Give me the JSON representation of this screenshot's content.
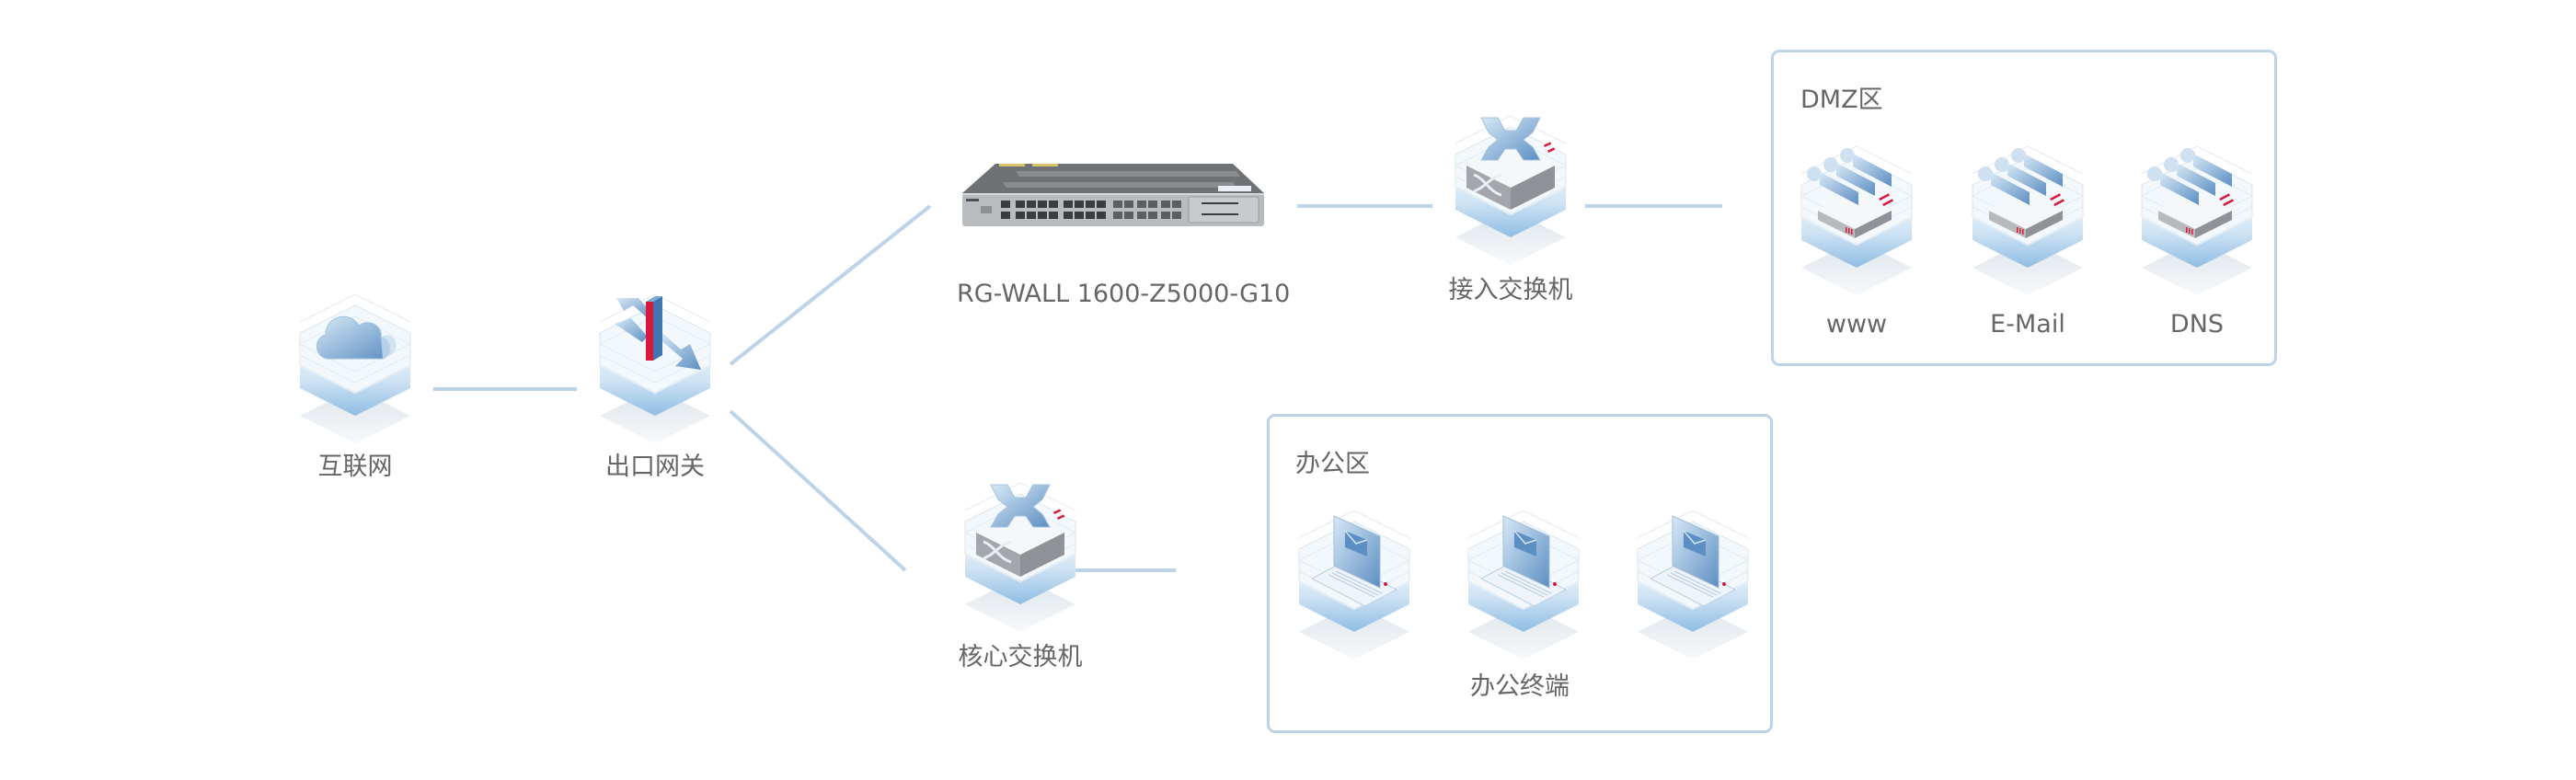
{
  "diagram": {
    "colors": {
      "link": "#bcd3e8",
      "zone_border": "#bcd3e8",
      "label": "#666666",
      "accent_red": "#d9183b",
      "icon_blue": "#6b9bc9"
    },
    "nodes": {
      "internet": {
        "label": "互联网",
        "icon": "cloud-icon"
      },
      "gateway": {
        "label": "出口网关",
        "icon": "gateway-icon"
      },
      "firewall": {
        "label": "RG-WALL 1600-Z5000-G10",
        "icon": "firewall-appliance-icon"
      },
      "access_switch": {
        "label": "接入交换机",
        "icon": "switch-icon"
      },
      "core_switch": {
        "label": "核心交换机",
        "icon": "switch-icon"
      }
    },
    "zones": {
      "dmz": {
        "title": "DMZ区",
        "servers": [
          {
            "label": "www",
            "icon": "server-icon"
          },
          {
            "label": "E-Mail",
            "icon": "server-icon"
          },
          {
            "label": "DNS",
            "icon": "server-icon"
          }
        ]
      },
      "office": {
        "title": "办公区",
        "terminals_label": "办公终端",
        "terminal_count": 3,
        "terminal_icon": "laptop-icon"
      }
    },
    "links": [
      {
        "from": "internet",
        "to": "gateway"
      },
      {
        "from": "gateway",
        "to": "firewall"
      },
      {
        "from": "gateway",
        "to": "core_switch"
      },
      {
        "from": "firewall",
        "to": "access_switch"
      },
      {
        "from": "access_switch",
        "to": "dmz"
      },
      {
        "from": "core_switch",
        "to": "office"
      }
    ]
  }
}
